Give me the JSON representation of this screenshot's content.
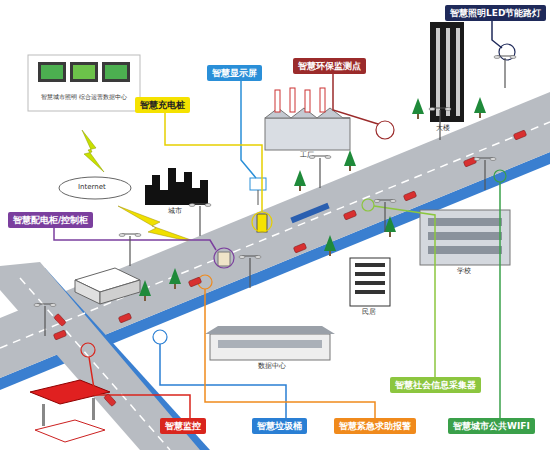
{
  "diagram": {
    "nodes": [
      {
        "text": [
          "智慧照明LED节能路灯"
        ]
      },
      {
        "text": [
          "智慧显示屏"
        ]
      },
      {
        "text": [
          "智慧环保监测点"
        ]
      },
      {
        "text": [
          "智慧充电桩"
        ]
      },
      {
        "text": [
          "智慧配电柜/控制柜"
        ]
      },
      {
        "text": [
          "智慧社会信息采集器"
        ]
      },
      {
        "text": [
          "智慧监控"
        ]
      },
      {
        "text": [
          "智慧垃圾桶"
        ]
      },
      {
        "text": [
          "智慧紧急求助报警"
        ]
      },
      {
        "text": [
          "智慧城市公共WIFI"
        ]
      }
    ],
    "labels": [
      "智慧城市照明 综合运营数据中心",
      "Internet",
      "城市",
      "工厂",
      "大楼",
      "学校",
      "民居",
      "数据中心"
    ]
  }
}
